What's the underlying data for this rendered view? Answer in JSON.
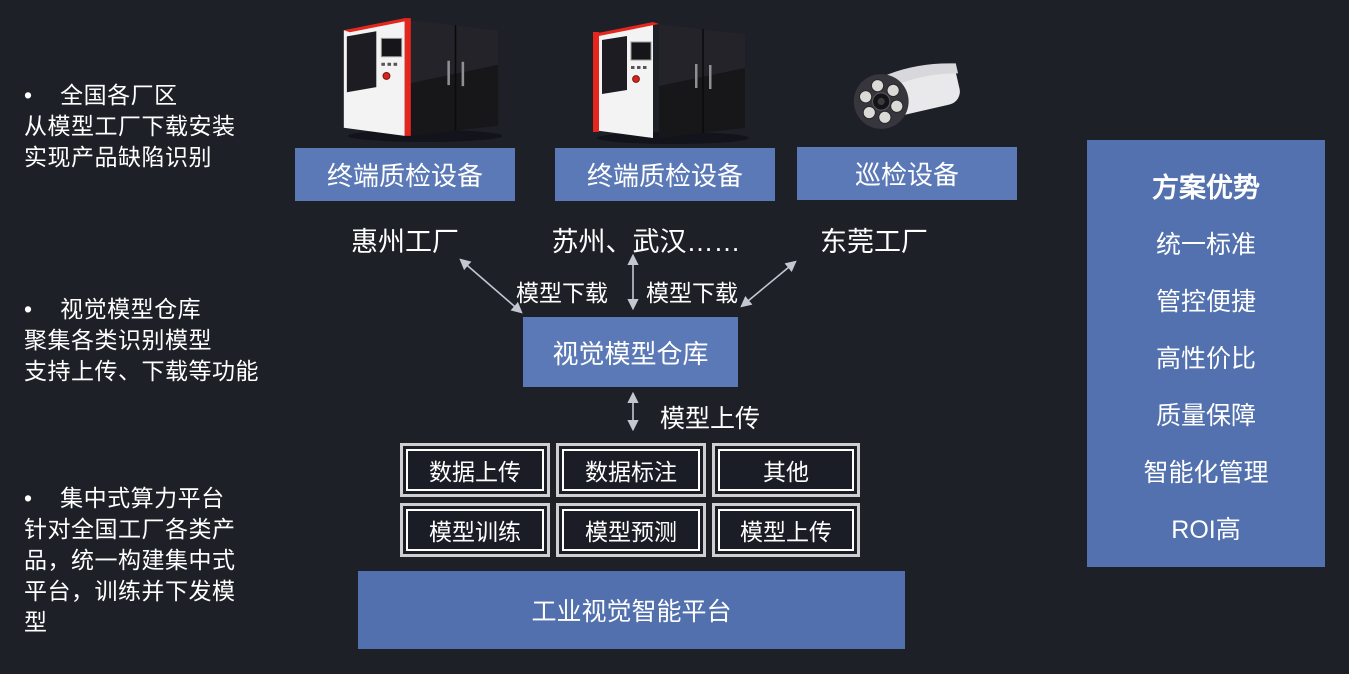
{
  "slide": {
    "notes": [
      "•    全国各厂区\n从模型工厂下载安装\n实现产品缺陷识别",
      "•    视觉模型仓库\n聚集各类识别模型\n支持上传、下载等功能",
      "•    集中式算力平台\n针对全国工厂各类产\n品，统一构建集中式\n平台，训练并下发模\n型"
    ],
    "devices": [
      {
        "label": "终端质检设备",
        "factory": "惠州工厂"
      },
      {
        "label": "终端质检设备",
        "factory": "苏州、武汉……"
      },
      {
        "label": "巡检设备",
        "factory": "东莞工厂"
      }
    ],
    "flows": {
      "download_left": "模型下载",
      "download_right": "模型下载",
      "upload": "模型上传"
    },
    "hub_label": "视觉模型仓库",
    "modules": [
      "数据上传",
      "数据标注",
      "其他",
      "模型训练",
      "模型预测",
      "模型上传"
    ],
    "platform_label": "工业视觉智能平台",
    "advantages": {
      "title": "方案优势",
      "items": [
        "统一标准",
        "管控便捷",
        "高性价比",
        "质量保障",
        "智能化管理",
        "ROI高"
      ]
    },
    "colors": {
      "background": "#1e2028",
      "device_box_blue": "#5b79b6",
      "hub_box_blue": "#5b79b6",
      "platform_blue": "#5170ad",
      "panel_blue": "#5271ae",
      "arrow_gray": "#c3c7cf",
      "module_frame_gray": "#cfcfcf",
      "module_inner_border": "#ffffff",
      "machine_trim_red": "#e4261d",
      "text": "#ffffff"
    }
  }
}
